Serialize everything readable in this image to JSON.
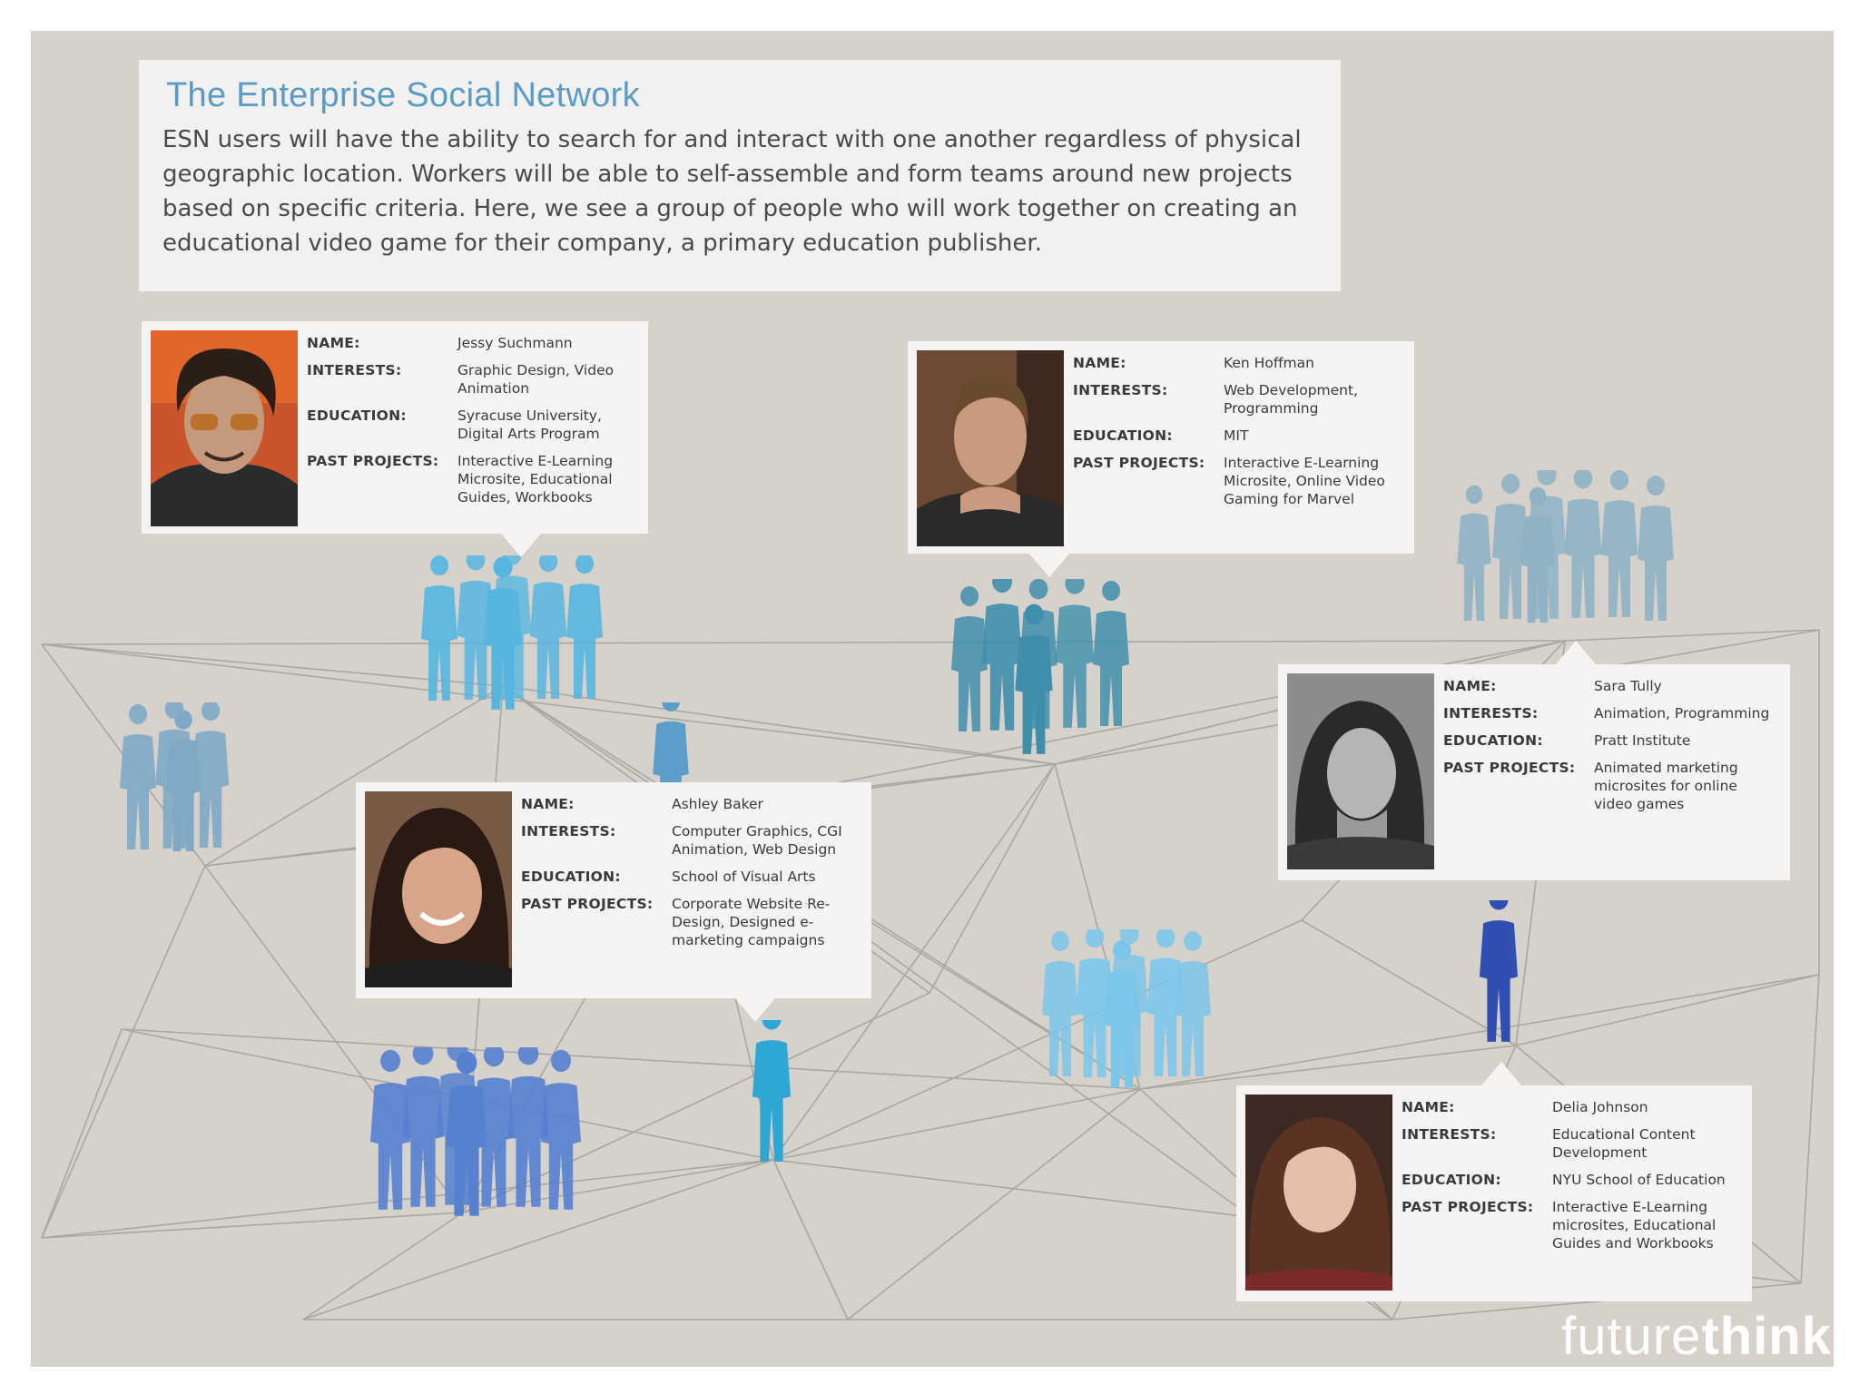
{
  "header": {
    "title": "The Enterprise Social Network",
    "body": "ESN users will have the ability to search for and interact with one another regardless of physical geographic location. Workers will be able to self-assemble and form teams around new projects based on specific criteria. Here, we see a group of people who will work together on creating an educational video game for their company, a primary education publisher."
  },
  "labels": {
    "name": "NAME:",
    "interests": "INTERESTS:",
    "education": "EDUCATION:",
    "past_projects": "PAST PROJECTS:"
  },
  "profiles": [
    {
      "name": "Jessy Suchmann",
      "interests": "Graphic Design, Video Animation",
      "education": "Syracuse University, Digital Arts Program",
      "past_projects": "Interactive E-Learning Microsite, Educational Guides, Workbooks"
    },
    {
      "name": "Ken Hoffman",
      "interests": "Web Development, Programming",
      "education": "MIT",
      "past_projects": "Interactive E-Learning Microsite, Online Video Gaming for Marvel"
    },
    {
      "name": "Sara Tully",
      "interests": "Animation, Programming",
      "education": "Pratt Institute",
      "past_projects": "Animated marketing microsites for online video games"
    },
    {
      "name": "Ashley Baker",
      "interests": "Computer Graphics, CGI Animation, Web Design",
      "education": "School of Visual Arts",
      "past_projects": "Corporate Website Re-Design, Designed e-marketing campaigns"
    },
    {
      "name": "Delia Johnson",
      "interests": "Educational Content Development",
      "education": "NYU School of Education",
      "past_projects": "Interactive E-Learning microsites, Educational Guides and Workbooks"
    }
  ],
  "logo": {
    "light": "future",
    "bold": "think"
  },
  "colors": {
    "background": "#d6d1cb",
    "title_blue": "#5b9cc4",
    "card": "#f5f4f2",
    "line": "#a9a5a0"
  },
  "icons": [
    "person-silhouette-icon",
    "profile-photo-icon"
  ]
}
